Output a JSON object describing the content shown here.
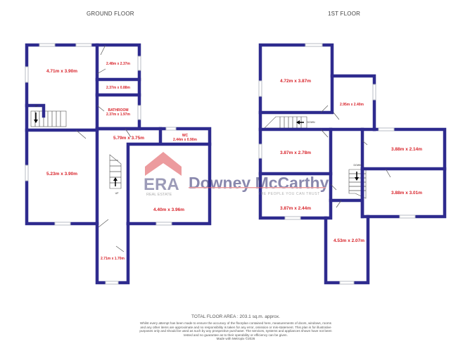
{
  "ground_floor": {
    "title": "GROUND FLOOR",
    "rooms": [
      {
        "label": "",
        "size": "4.71m  x 3.90m"
      },
      {
        "label": "",
        "size": "2.48m  x 2.37m"
      },
      {
        "label": "",
        "size": "2.37m  x 0.88m"
      },
      {
        "label": "BATHROOM",
        "size": "2.37m  x 1.97m"
      },
      {
        "label": "",
        "size": "5.23m  x 3.90m"
      },
      {
        "label": "",
        "size": "5.79m  x 3.75m"
      },
      {
        "label": "WC",
        "size": "2.44m  x 0.90m"
      },
      {
        "label": "",
        "size": "4.40m  x 3.96m"
      },
      {
        "label": "",
        "size": "2.71m  x 1.70m"
      }
    ],
    "stair_labels": [
      "UP",
      "UP"
    ]
  },
  "first_floor": {
    "title": "1ST FLOOR",
    "rooms": [
      {
        "size": "4.72m  x 3.87m"
      },
      {
        "size": "2.95m  x 2.40m"
      },
      {
        "size": "3.87m  x 2.78m"
      },
      {
        "size": "3.87m  x 2.44m"
      },
      {
        "size": "3.88m  x 2.14m"
      },
      {
        "size": "3.88m  x 3.01m"
      },
      {
        "size": "4.53m  x 2.07m"
      }
    ],
    "stair_labels": [
      "DOWN",
      "DOWN"
    ]
  },
  "watermark": {
    "brand": "ERA",
    "name": "Downey McCarthy",
    "sub": "REAL ESTATE",
    "tagline": "THE PEOPLE YOU CAN TRUST",
    "colors": {
      "roof": "#e0595e",
      "text": "#3c3a78"
    }
  },
  "footer": {
    "total_area": "TOTAL FLOOR AREA : 203.1 sq.m. approx.",
    "disclaimer": "Whilst every attempt has been made to ensure the accuracy of the floorplan contained here, measurements of doors, windows, rooms and any other items are approximate and no responsibility is taken for any error, omission or mis-statement. This plan is for illustrative purposes only and should be used as such by any prospective purchaser. The services, systems and appliances shown have not been tested and no guarantee as to their operability or efficiency can be given.",
    "made_with": "Made with Metropix ©2026"
  },
  "colors": {
    "wall": "#2e2b8e",
    "dimension_text": "#d8232a"
  }
}
